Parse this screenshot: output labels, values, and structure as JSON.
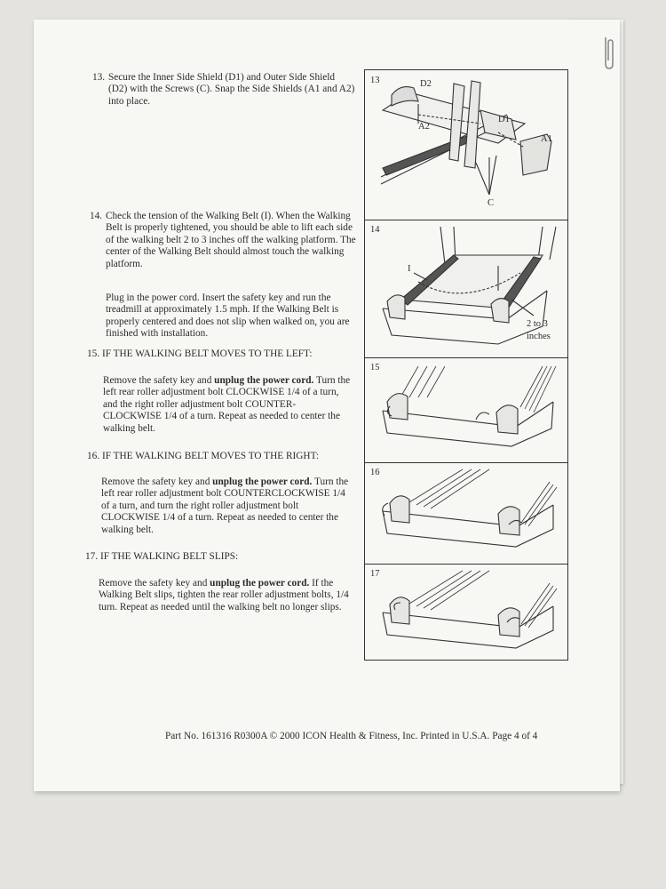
{
  "steps": {
    "s13": {
      "num": "13.",
      "text": "Secure the Inner Side Shield (D1) and Outer Side Shield (D2) with the Screws (C). Snap the Side Shields (A1 and A2) into place."
    },
    "s14": {
      "num": "14.",
      "text": "Check the tension of the Walking Belt (I). When the Walking Belt is properly tightened, you should be able to lift each side of the walking belt 2 to 3 inches off the walking platform. The center of the Walking Belt should almost touch the walking platform.",
      "text2": "Plug in the power cord. Insert the safety key and run the treadmill at approximately 1.5 mph. If the Walking Belt is properly centered and does not slip when walked on, you are finished with installation."
    },
    "s15": {
      "num": "15.",
      "heading": "IF THE WALKING BELT MOVES TO THE LEFT:",
      "pre": "Remove the safety key and ",
      "bold": "unplug the power cord.",
      "post": " Turn the left rear roller adjustment bolt CLOCKWISE 1/4 of a turn, and the right roller adjustment bolt COUNTER-CLOCKWISE 1/4 of a turn. Repeat as needed to center the walking belt."
    },
    "s16": {
      "num": "16.",
      "heading": "IF THE WALKING BELT MOVES TO THE RIGHT:",
      "pre": "Remove the safety key and ",
      "bold": "unplug the power cord.",
      "post": " Turn the left rear roller adjustment bolt COUNTERCLOCKWISE 1/4 of a turn, and turn the right roller adjustment bolt CLOCKWISE 1/4 of a turn. Repeat as needed to center the walking belt."
    },
    "s17": {
      "num": "17.",
      "heading": "IF THE WALKING BELT SLIPS:",
      "pre": "Remove the safety key and ",
      "bold": "unplug the power cord.",
      "post": " If the Walking Belt slips, tighten the rear roller adjustment bolts, 1/4 turn. Repeat as needed until the walking belt no longer slips."
    }
  },
  "figures": {
    "f13": {
      "num": "13",
      "labels": {
        "d2": "D2",
        "d1": "D1",
        "a2": "A2",
        "a1": "A1",
        "c": "C"
      }
    },
    "f14": {
      "num": "14",
      "labels": {
        "i": "I",
        "dist": "2 to 3",
        "unit": "inches"
      }
    },
    "f15": {
      "num": "15"
    },
    "f16": {
      "num": "16"
    },
    "f17": {
      "num": "17"
    }
  },
  "footer": "Part No. 161316 R0300A © 2000 ICON Health & Fitness, Inc. Printed in U.S.A. Page 4 of 4"
}
